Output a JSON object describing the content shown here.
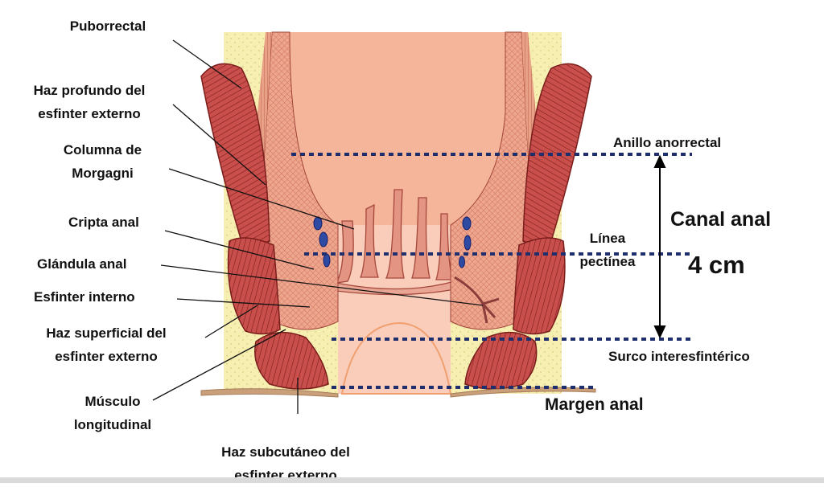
{
  "labels": {
    "puborrectal": "Puborrectal",
    "haz_profundo_1": "Haz profundo del",
    "haz_profundo_2": "esfinter externo",
    "columna_1": "Columna de",
    "columna_2": "Morgagni",
    "cripta": "Cripta anal",
    "glandula": "Glándula anal",
    "esfinter_interno": "Esfinter interno",
    "haz_superficial_1": "Haz superficial del",
    "haz_superficial_2": "esfinter externo",
    "musculo_1": "Músculo",
    "musculo_2": "longitudinal",
    "haz_subcutaneo_1": "Haz subcutáneo del",
    "haz_subcutaneo_2": "esfinter externo",
    "anillo": "Anillo anorrectal",
    "linea_1": "Línea",
    "linea_2": "pectínea",
    "canal": "Canal anal",
    "medida": "4 cm",
    "surco": "Surco interesfintérico",
    "margen": "Margen anal"
  },
  "colors": {
    "muscle": "#c94f4c",
    "muscle_stroke": "#7a1d1b",
    "mucosa": "#f5b59a",
    "fat": "#f7efb2",
    "dotted_line": "#1f2f6e",
    "veins": "#2f4aa3",
    "skin": "#c9a07a"
  }
}
